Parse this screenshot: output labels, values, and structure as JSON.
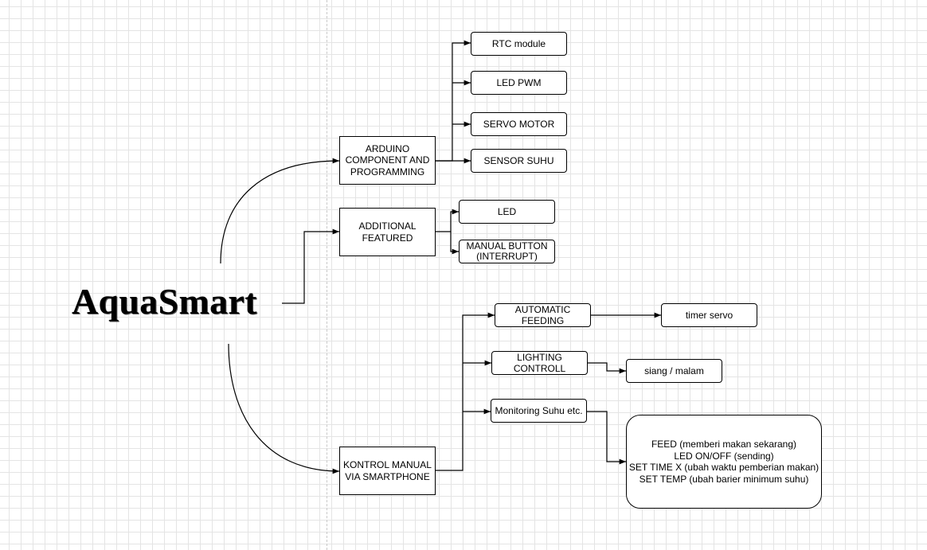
{
  "title": "AquaSmart",
  "branches": {
    "arduino": {
      "label": "ARDUINO\nCOMPONENT AND\nPROGRAMMING",
      "children": [
        "RTC module",
        "LED PWM",
        "SERVO MOTOR",
        "SENSOR SUHU"
      ]
    },
    "additional": {
      "label": "ADDITIONAL\nFEATURED",
      "children": [
        "LED",
        "MANUAL BUTTON\n(INTERRUPT)"
      ]
    },
    "kontrol": {
      "label": "KONTROL MANUAL\nVIA SMARTPHONE",
      "children": {
        "feeding": {
          "label": "AUTOMATIC\nFEEDING",
          "result": "timer servo"
        },
        "lighting": {
          "label": "LIGHTING\nCONTROLL",
          "result": "siang / malam"
        },
        "monitoring": {
          "label": "Monitoring Suhu etc.",
          "commands": "FEED (memberi makan sekarang)\nLED ON/OFF (sending)\nSET TIME X (ubah waktu pemberian makan)\nSET TEMP (ubah barier minimum suhu)"
        }
      }
    }
  }
}
